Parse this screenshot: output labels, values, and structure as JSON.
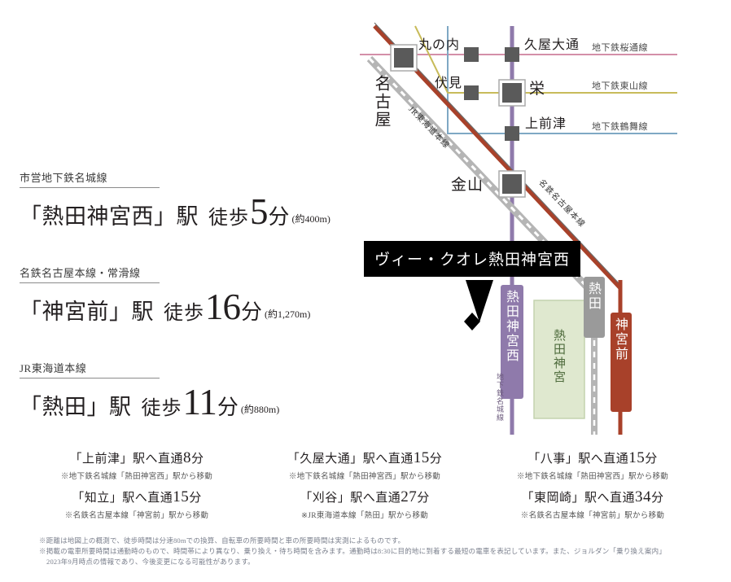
{
  "access": [
    {
      "line": "市営地下鉄名城線",
      "station": "「熱田神宮西」",
      "eki": "駅",
      "walk": "徒歩",
      "minutes": "5",
      "fun": "分",
      "distance": "(約400m)"
    },
    {
      "line": "名鉄名古屋本線・常滑線",
      "station": "「神宮前」",
      "eki": "駅",
      "walk": "徒歩",
      "minutes": "16",
      "fun": "分",
      "distance": "(約1,270m)"
    },
    {
      "line": "JR東海道本線",
      "station": "「熱田」",
      "eki": "駅",
      "walk": "徒歩",
      "minutes": "11",
      "fun": "分",
      "distance": "(約880m)"
    }
  ],
  "map": {
    "property_name": "ヴィー・クオレ熱田神宮西",
    "stations": {
      "nagoya": "名古屋",
      "marunouchi": "丸の内",
      "fushimi": "伏見",
      "hisayaodori": "久屋大通",
      "sakae": "栄",
      "kamimaezu": "上前津",
      "kanayama": "金山",
      "atsuta_jingu_nishi": "熱田神宮西",
      "atsuta": "熱田",
      "jingumae": "神宮前"
    },
    "park": "熱田神宮",
    "lines": {
      "sakuradori": "地下鉄桜通線",
      "higashiyama": "地下鉄東山線",
      "tsurumai": "地下鉄鶴舞線",
      "meijo": "地下鉄名城線",
      "jr_tokaido": "JR東海道本線",
      "meitetsu_nagoya": "名鉄名古屋本線"
    },
    "colors": {
      "sakuradori": "#d48fa8",
      "higashiyama": "#c8bb5a",
      "tsurumai": "#7fa8c4",
      "meijo": "#8f7aab",
      "jr": "#9a9a9a",
      "meitetsu": "#a8412a",
      "park": "#dfe8cf",
      "park_border": "#c3d2ad",
      "station_box": "#5a5a5a"
    }
  },
  "transit": [
    {
      "station": "「上前津」駅へ直通",
      "minutes": "8",
      "fun": "分",
      "note": "※地下鉄名城線「熱田神宮西」駅から移動"
    },
    {
      "station": "「久屋大通」駅へ直通",
      "minutes": "15",
      "fun": "分",
      "note": "※地下鉄名城線「熱田神宮西」駅から移動"
    },
    {
      "station": "「八事」駅へ直通",
      "minutes": "15",
      "fun": "分",
      "note": "※地下鉄名城線「熱田神宮西」駅から移動"
    },
    {
      "station": "「知立」駅へ直通",
      "minutes": "15",
      "fun": "分",
      "note": "※名鉄名古屋本線「神宮前」駅から移動"
    },
    {
      "station": "「刈谷」駅へ直通",
      "minutes": "27",
      "fun": "分",
      "note": "※JR東海道本線「熱田」駅から移動"
    },
    {
      "station": "「東岡崎」駅へ直通",
      "minutes": "34",
      "fun": "分",
      "note": "※名鉄名古屋本線「神宮前」駅から移動"
    }
  ],
  "notes": [
    "※距離は地図上の概測で、徒歩時間は分速80mでの換算、自転車の所要時間と車の所要時間は実測によるものです。",
    "※掲載の電車所要時間は通勤時のもので、時間帯により異なり、乗り換え・待ち時間を含みます。通勤時は8:30に目的地に到着する最短の電車を表記しています。また、ジョルダン「乗り換え案内」",
    "2023年9月時点の情報であり、今後変更になる可能性があります。"
  ]
}
